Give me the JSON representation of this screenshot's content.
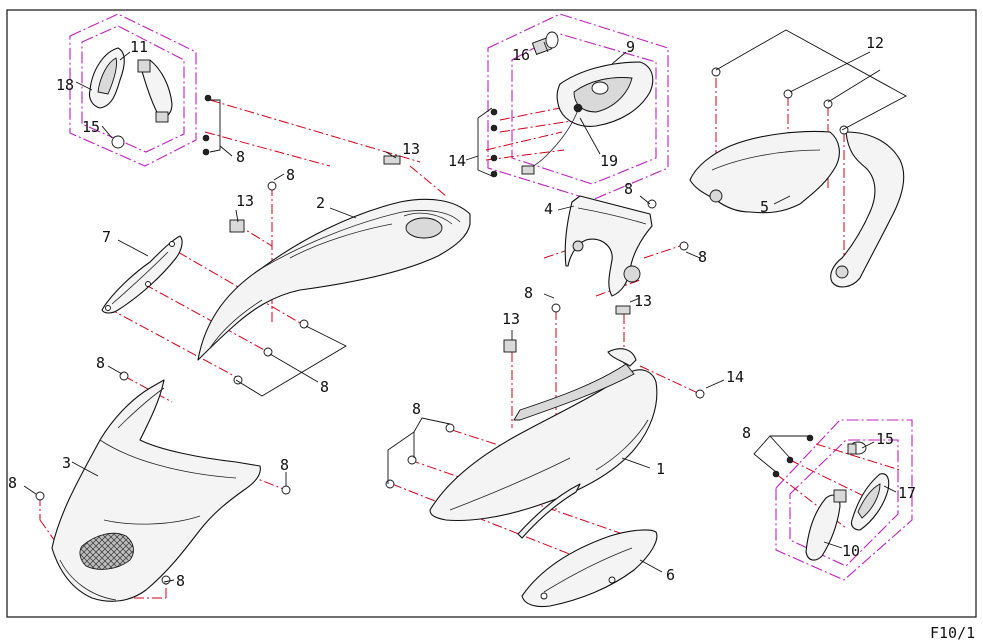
{
  "diagram": {
    "type": "exploded parts diagram",
    "page_code": "F10/1",
    "callouts": [
      "1",
      "2",
      "3",
      "4",
      "5",
      "6",
      "7",
      "8",
      "9",
      "10",
      "11",
      "12",
      "13",
      "14",
      "15",
      "16",
      "17",
      "18",
      "19"
    ],
    "colors": {
      "line": "#111111",
      "center_line": "#d4001a",
      "subassembly_boundary": "#c020c0"
    }
  }
}
